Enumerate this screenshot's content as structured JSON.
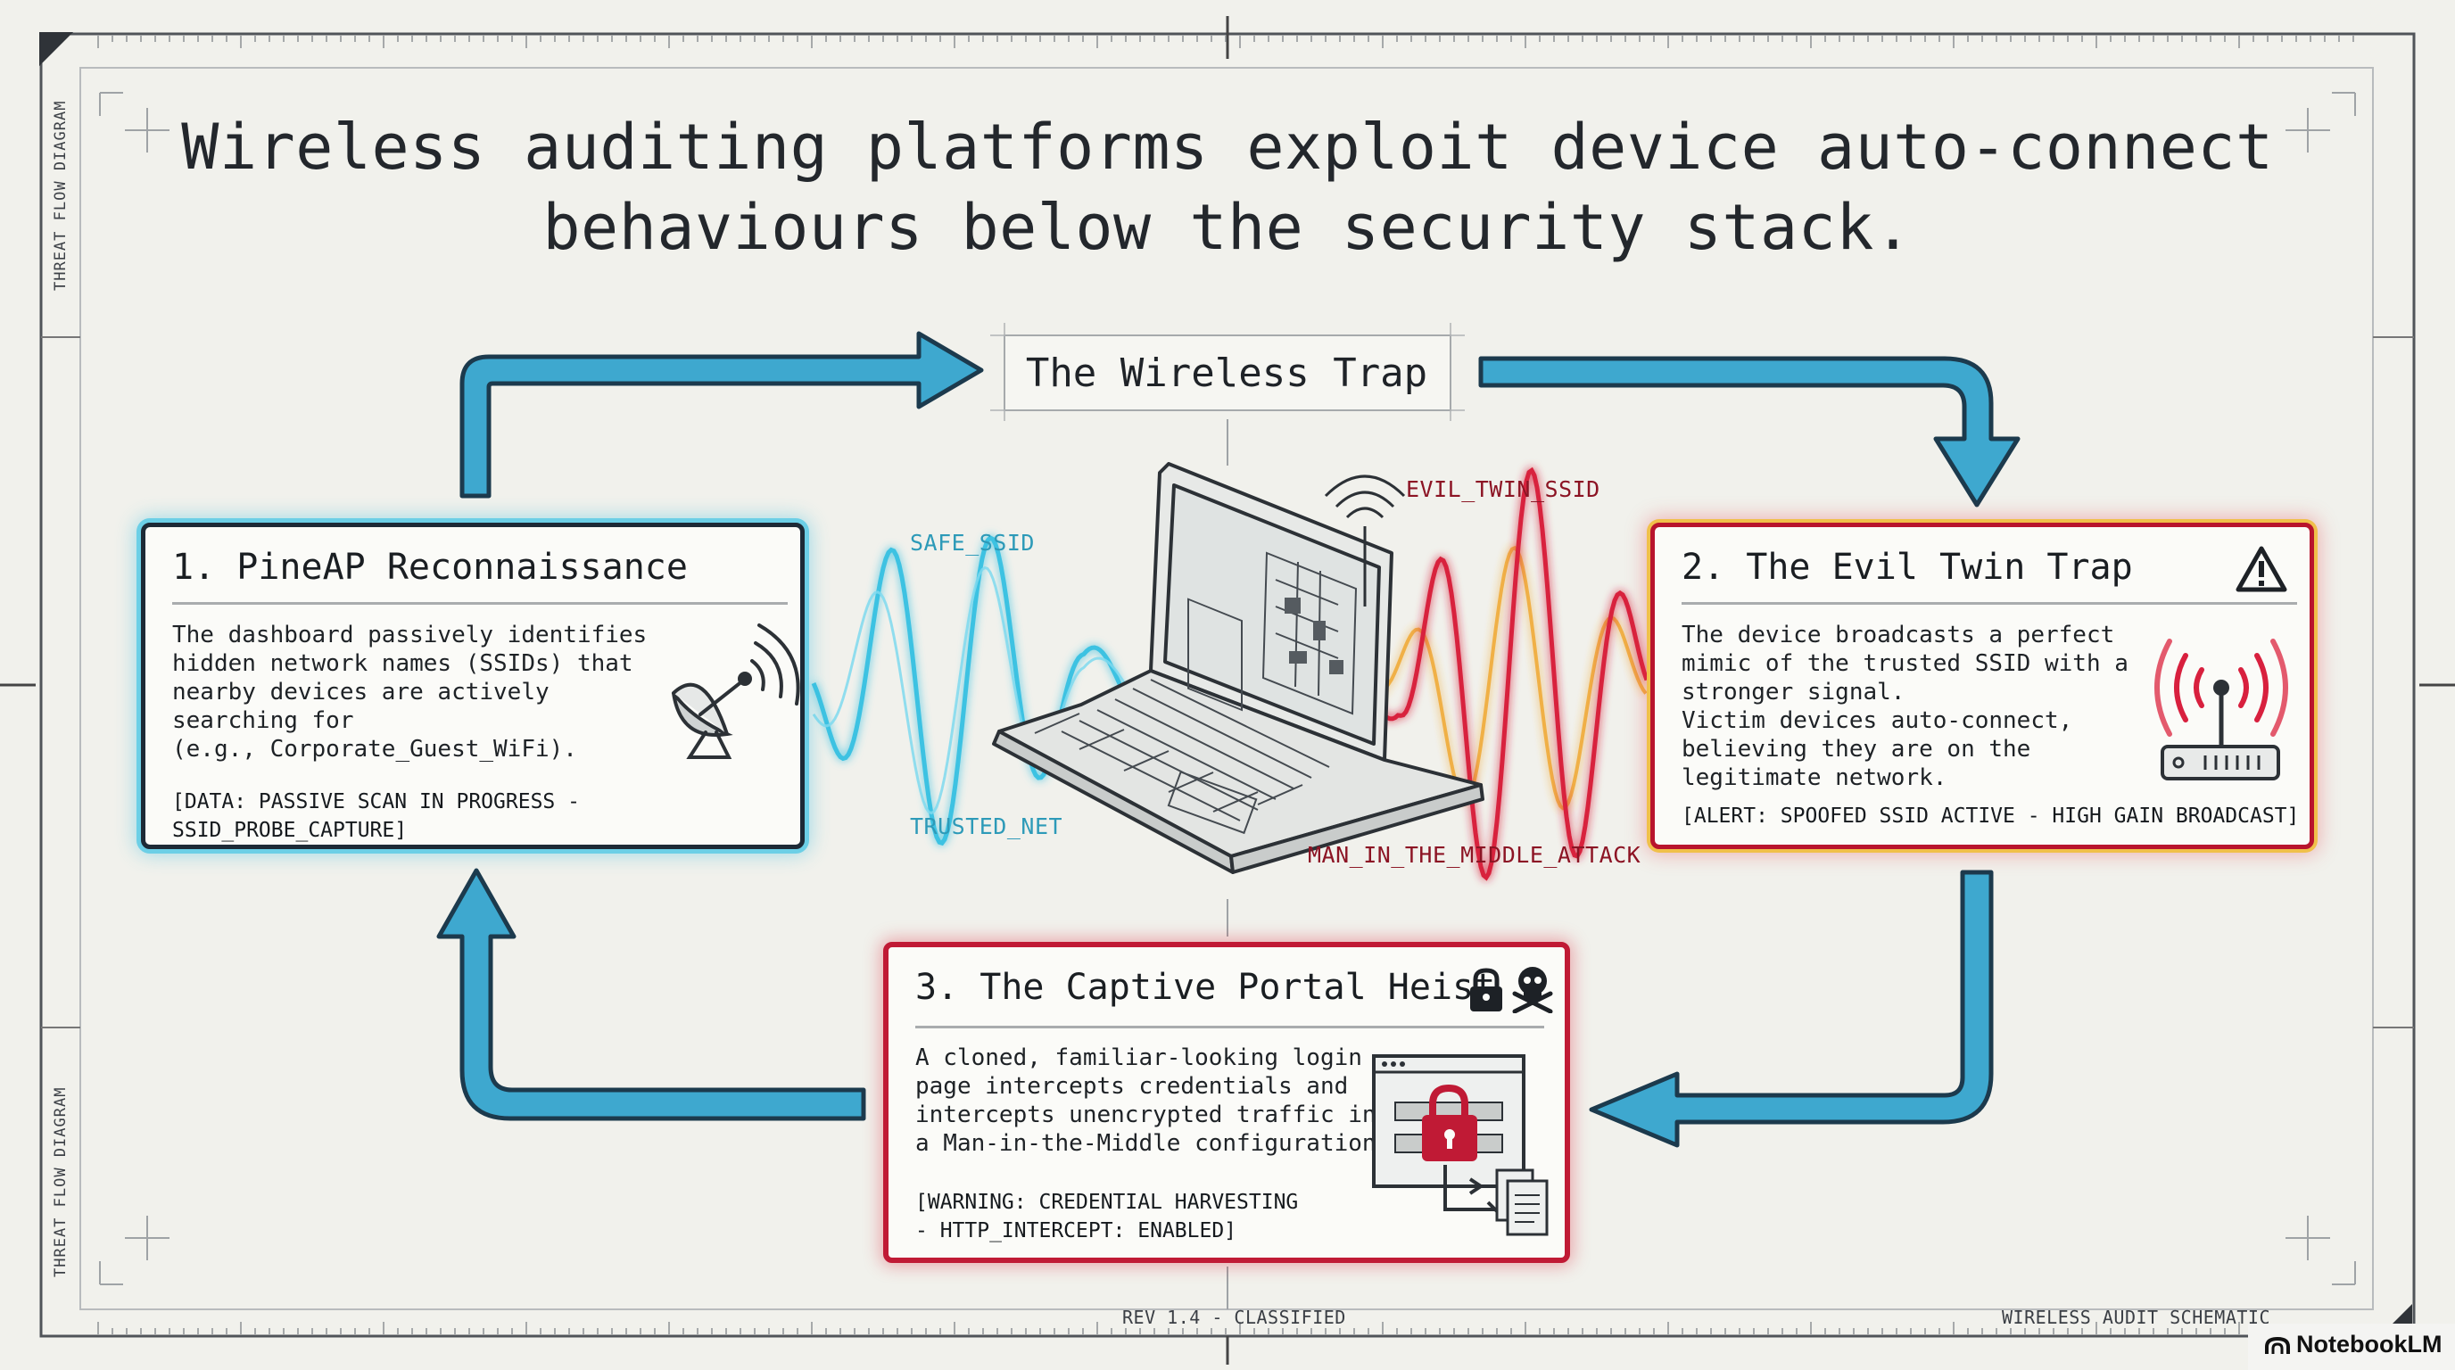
{
  "headline": {
    "line1": "Wireless auditing platforms exploit device auto-connect",
    "line2": "behaviours below the security stack."
  },
  "side_labels": {
    "top": "THREAT FLOW DIAGRAM",
    "bottom": "THREAT FLOW DIAGRAM"
  },
  "center_title": "The Wireless Trap",
  "waves": {
    "safe": "SAFE_SSID",
    "trusted": "TRUSTED_NET",
    "evil": "EVIL_TWIN_SSID",
    "mitm": "MAN_IN_THE_MIDDLE_ATTACK"
  },
  "stages": [
    {
      "title": "1. PineAP Reconnaissance",
      "body": "The dashboard passively identifies\nhidden network names (SSIDs) that\nnearby devices are actively\nsearching for\n(e.g., Corporate_Guest_WiFi).",
      "tag": "[DATA: PASSIVE SCAN IN PROGRESS - SSID_PROBE_CAPTURE]",
      "icon": "satellite-dish-icon"
    },
    {
      "title": "2. The Evil Twin Trap",
      "body": "The device broadcasts a perfect\nmimic of the trusted SSID with a\nstronger signal.\nVictim devices auto-connect,\nbelieving they are on the\nlegitimate network.",
      "tag": "[ALERT: SPOOFED SSID ACTIVE - HIGH GAIN BROADCAST]",
      "icon": "wireless-router-icon"
    },
    {
      "title": "3. The Captive Portal Heist",
      "body": "A cloned, familiar-looking login\npage intercepts credentials and\nintercepts unencrypted traffic in\na Man-in-the-Middle configuration.",
      "tag": "[WARNING: CREDENTIAL HARVESTING\n- HTTP_INTERCEPT: ENABLED]",
      "icon": "locked-login-page-icon"
    }
  ],
  "footer": {
    "rev": "REV 1.4 - CLASSIFIED",
    "schematic": "WIRELESS AUDIT SCHEMATIC",
    "brand": "NotebookLM"
  },
  "colors": {
    "arrow": "#3ea8cf",
    "arrow_outline": "#1c3a4d",
    "safe_wave": "#3cc2e2",
    "evil_wave": "#d8203e",
    "evil_wave_secondary": "#f0a52a",
    "card1_glow": "#6ccfe6",
    "card2_border": "#b8142d",
    "card3_border": "#c01a35"
  }
}
